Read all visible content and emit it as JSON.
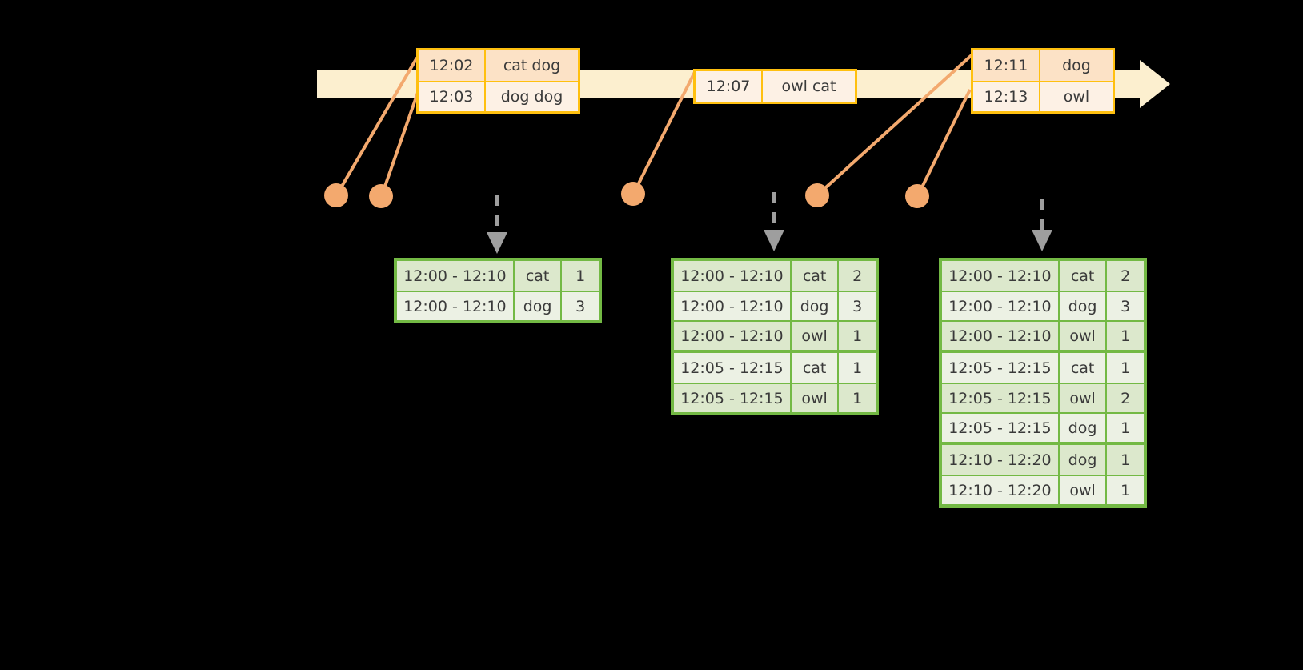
{
  "timeline": {
    "bar_color": "#FCEFCF",
    "arrow_color": "#FCEFCF",
    "event_border_color": "#FFC010",
    "connector_color": "#F3A96E",
    "dashed_arrow_color": "#9E9E9E",
    "table_border_color": "#73B944",
    "events": [
      {
        "name": "event-group-1",
        "rows": [
          {
            "time": "12:02",
            "words": "cat dog"
          },
          {
            "time": "12:03",
            "words": "dog dog"
          }
        ]
      },
      {
        "name": "event-group-2",
        "rows": [
          {
            "time": "12:07",
            "words": "owl cat"
          }
        ]
      },
      {
        "name": "event-group-3",
        "rows": [
          {
            "time": "12:11",
            "words": "dog"
          },
          {
            "time": "12:13",
            "words": "owl"
          }
        ]
      }
    ]
  },
  "tables": [
    {
      "name": "result-table-1",
      "groups": [
        {
          "rows": [
            {
              "window": "12:00 - 12:10",
              "key": "cat",
              "count": "1"
            },
            {
              "window": "12:00 - 12:10",
              "key": "dog",
              "count": "3"
            }
          ]
        }
      ]
    },
    {
      "name": "result-table-2",
      "groups": [
        {
          "rows": [
            {
              "window": "12:00 - 12:10",
              "key": "cat",
              "count": "2"
            },
            {
              "window": "12:00 - 12:10",
              "key": "dog",
              "count": "3"
            },
            {
              "window": "12:00 - 12:10",
              "key": "owl",
              "count": "1"
            }
          ]
        },
        {
          "rows": [
            {
              "window": "12:05 - 12:15",
              "key": "cat",
              "count": "1"
            },
            {
              "window": "12:05 - 12:15",
              "key": "owl",
              "count": "1"
            }
          ]
        }
      ]
    },
    {
      "name": "result-table-3",
      "groups": [
        {
          "rows": [
            {
              "window": "12:00 - 12:10",
              "key": "cat",
              "count": "2"
            },
            {
              "window": "12:00 - 12:10",
              "key": "dog",
              "count": "3"
            },
            {
              "window": "12:00 - 12:10",
              "key": "owl",
              "count": "1"
            }
          ]
        },
        {
          "rows": [
            {
              "window": "12:05 - 12:15",
              "key": "cat",
              "count": "1"
            },
            {
              "window": "12:05 - 12:15",
              "key": "owl",
              "count": "2"
            },
            {
              "window": "12:05 - 12:15",
              "key": "dog",
              "count": "1"
            }
          ]
        },
        {
          "rows": [
            {
              "window": "12:10 - 12:20",
              "key": "dog",
              "count": "1"
            },
            {
              "window": "12:10 - 12:20",
              "key": "owl",
              "count": "1"
            }
          ]
        }
      ]
    }
  ]
}
